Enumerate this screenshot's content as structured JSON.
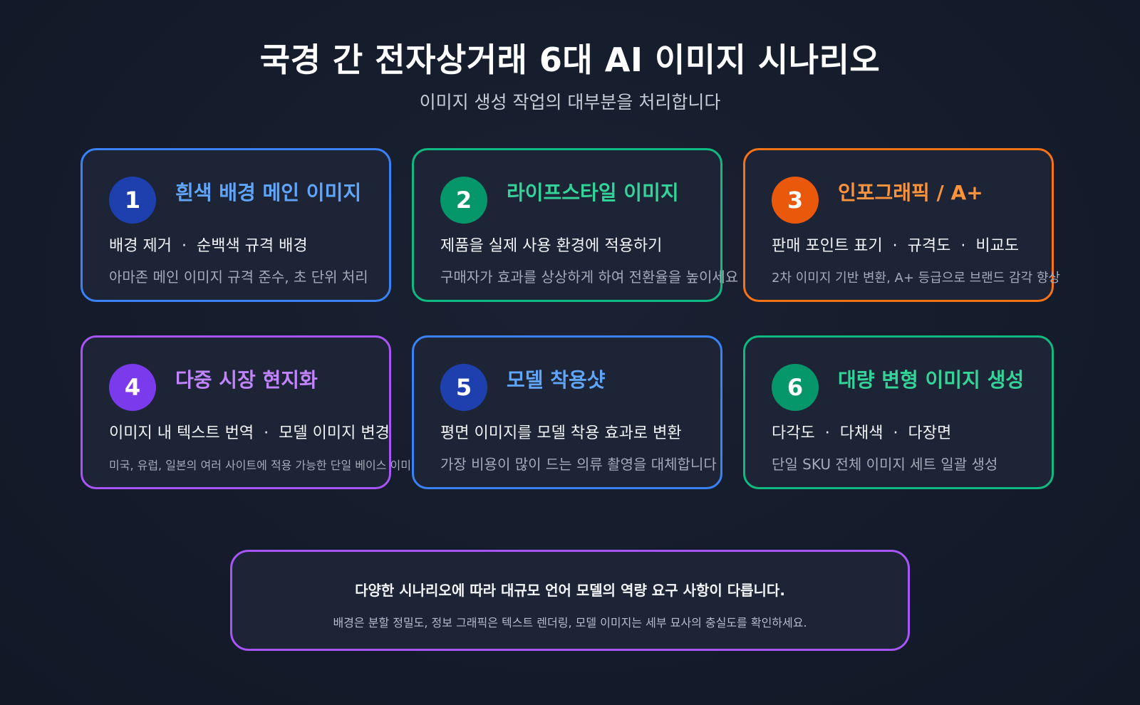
{
  "header": {
    "title": "국경 간 전자상거래 6대 AI 이미지 시나리오",
    "subtitle": "이미지 생성 작업의 대부분을 처리합니다"
  },
  "cards": [
    {
      "number": "1",
      "title": "흰색 배경 메인 이미지",
      "tags": [
        "배경 제거",
        "순백색 규격 배경"
      ],
      "desc": "아마존 메인 이미지 규격 준수, 초 단위 처리",
      "border_color": "#3b82f6",
      "badge_color": "#1e40af",
      "title_color": "#60a5fa"
    },
    {
      "number": "2",
      "title": "라이프스타일 이미지",
      "tags": [
        "제품을 실제 사용 환경에 적용하기"
      ],
      "desc": "구매자가 효과를 상상하게 하여 전환율을 높이세요",
      "border_color": "#10b981",
      "badge_color": "#059669",
      "title_color": "#34d399"
    },
    {
      "number": "3",
      "title": "인포그래픽 / A+",
      "tags": [
        "판매 포인트 표기",
        "규격도",
        "비교도"
      ],
      "desc": "2차 이미지 기반 변환, A+ 등급으로 브랜드 감각 향상",
      "border_color": "#f97316",
      "badge_color": "#ea580c",
      "title_color": "#fb923c"
    },
    {
      "number": "4",
      "title": "다중 시장 현지화",
      "tags": [
        "이미지 내 텍스트 번역",
        "모델 이미지 변경"
      ],
      "desc": "미국, 유럽, 일본의 여러 사이트에 적용 가능한 단일 베이스 이미지 세트",
      "border_color": "#a855f7",
      "badge_color": "#7c3aed",
      "title_color": "#c084fc"
    },
    {
      "number": "5",
      "title": "모델 착용샷",
      "tags": [
        "평면 이미지를 모델 착용 효과로 변환"
      ],
      "desc": "가장 비용이 많이 드는 의류 촬영을 대체합니다",
      "border_color": "#3b82f6",
      "badge_color": "#1e40af",
      "title_color": "#60a5fa"
    },
    {
      "number": "6",
      "title": "대량 변형 이미지 생성",
      "tags": [
        "다각도",
        "다채색",
        "다장면"
      ],
      "desc": "단일 SKU 전체 이미지 세트 일괄 생성",
      "border_color": "#10b981",
      "badge_color": "#059669",
      "title_color": "#34d399"
    }
  ],
  "footer": {
    "main": "다양한 시나리오에 따라 대규모 언어 모델의 역량 요구 사항이 다릅니다.",
    "sub": "배경은 분할 정밀도, 정보 그래픽은 텍스트 렌더링, 모델 이미지는 세부 묘사의 충실도를 확인하세요."
  }
}
